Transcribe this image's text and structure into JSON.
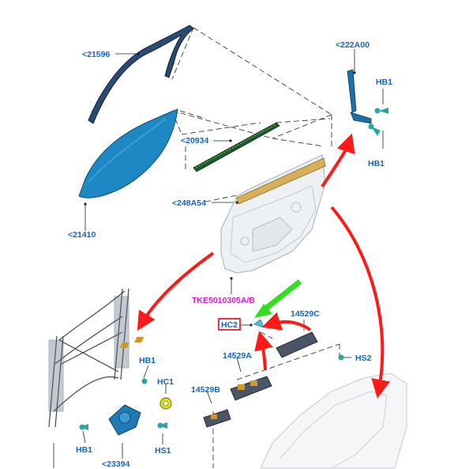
{
  "colors": {
    "callout_text": "#1565c0",
    "callout_text_magenta": "#d81bd0",
    "arrow_red": "#ff1a1a",
    "arrow_green": "#33dd22",
    "glass_blue": "#1e88c4",
    "weatherstrip_dark": "#1c3c66",
    "rail_brown": "#b07a2a",
    "switch_orange": "#d09a22",
    "switch_dark": "#4b5566",
    "door_light": "#eef1f4",
    "highlight_box": "#e0202a"
  },
  "callouts": {
    "c21596": "<21596",
    "c222A00": "<222A00",
    "hb1_top": "HB1",
    "hb1_bottom_right": "HB1",
    "c20934": "<20934",
    "c248A54": "<248A54",
    "c21410": "<21410",
    "tke": "TKE5010305A/B",
    "hc2": "HC2",
    "c14529C": "14529C",
    "c14529A": "14529A",
    "hs2": "HS2",
    "hb1_reg": "HB1",
    "hc1": "HC1",
    "c14529B": "14529B",
    "hb1_left": "HB1",
    "c23394": "<23394",
    "hs1": "HS1"
  },
  "icons": [
    "glass-icon",
    "weatherstrip-icon",
    "door-panel-icon",
    "regulator-icon",
    "motor-icon",
    "switch-icon",
    "bolt-icon",
    "clip-icon",
    "trim-panel-icon",
    "arrow-icon"
  ]
}
